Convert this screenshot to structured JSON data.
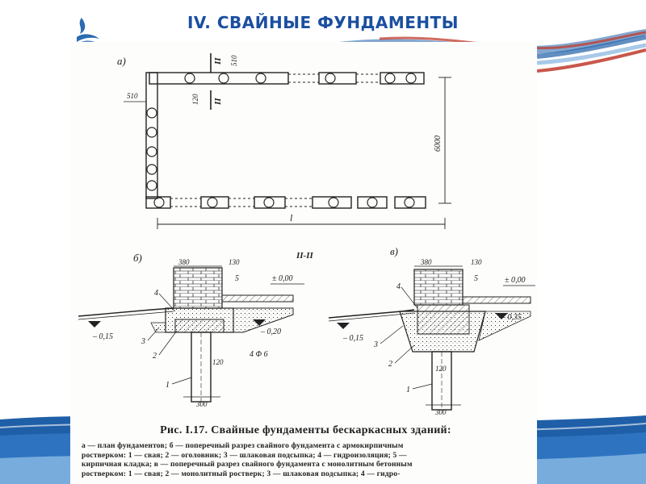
{
  "slide": {
    "title": "IV. СВАЙНЫЕ ФУНДАМЕНТЫ",
    "colors": {
      "title": "#1a4fa0",
      "wave_blue": "#1f5fa8",
      "wave_red": "#c0392b",
      "logo": "#2a6bb0"
    },
    "logo_icon": "flame-logo-icon"
  },
  "figure": {
    "plan": {
      "panel_label": "а)",
      "section_mark": "II",
      "dim_top": "510",
      "dim_left": "510",
      "dim_inner": "120",
      "dim_height": "6000",
      "dim_length": "l"
    },
    "section_b": {
      "panel_label": "б)",
      "section_title": "II-II",
      "dim_wall": "380",
      "dim_offset": "130",
      "dim_pile_top": "120",
      "dim_pile": "300",
      "level_floor": "± 0,00",
      "level_ground": "– 0,15",
      "level_base": "– 0,20",
      "rebar": "4 Φ 6",
      "callouts": [
        "1",
        "2",
        "3",
        "4",
        "5"
      ]
    },
    "section_v": {
      "panel_label": "в)",
      "dim_wall": "380",
      "dim_offset": "130",
      "dim_pile_top": "120",
      "dim_pile": "300",
      "level_floor": "± 0,00",
      "level_ground": "– 0,15",
      "level_base": "– 0,35",
      "callouts": [
        "1",
        "2",
        "3",
        "4",
        "5"
      ]
    },
    "caption": {
      "title": "Рис. I.17. Свайные фундаменты бескаркасных зданий:",
      "lines": [
        "а — план фундаментов; б — поперечный разрез свайного фундамента с армокирпичным",
        "ростверком: 1 — свая; 2 — оголовник; 3 — шлаковая подсыпка; 4 — гидроизоляция; 5 —",
        "кирпичная кладка; в — поперечный разрез свайного фундамента с монолитным бетонным",
        "ростверком: 1 — свая; 2 — монолитный ростверк; 3 — шлаковая подсыпка; 4 — гидро-"
      ]
    }
  }
}
